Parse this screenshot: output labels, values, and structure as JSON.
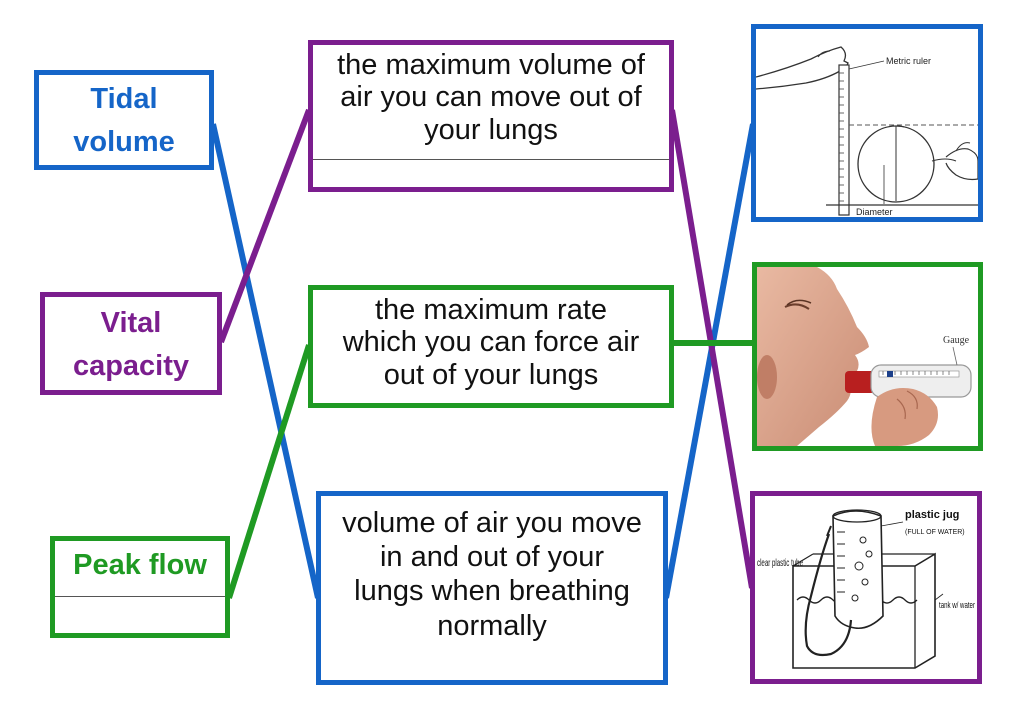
{
  "terms": [
    {
      "id": "tidal",
      "label": "Tidal volume",
      "line1": "Tidal",
      "line2": "volume",
      "color": "#1565c8"
    },
    {
      "id": "vital",
      "label": "Vital capacity",
      "line1": "Vital",
      "line2": "capacity",
      "color": "#7b1e8e"
    },
    {
      "id": "peak",
      "label": "Peak flow",
      "line1": "Peak flow",
      "line2": "",
      "color": "#1f9a23"
    }
  ],
  "definitions": [
    {
      "id": "max-volume",
      "text": "the maximum volume of air you can move out of your lungs",
      "color": "#7b1e8e"
    },
    {
      "id": "max-rate",
      "text": "the maximum rate which you can force air out of your lungs",
      "color": "#1f9a23"
    },
    {
      "id": "normal-breathing",
      "text": "volume of air you move in and out of your lungs when breathing normally",
      "color": "#1565c8"
    }
  ],
  "images": [
    {
      "id": "balloon-ruler",
      "icon": "balloon-ruler-illustration",
      "labels": [
        "Metric ruler",
        "Diameter"
      ],
      "color": "#1565c8"
    },
    {
      "id": "peak-flow-meter",
      "icon": "peak-flow-meter-illustration",
      "labels": [
        "Gauge"
      ],
      "color": "#1f9a23"
    },
    {
      "id": "jug-spirometer",
      "icon": "jug-spirometer-illustration",
      "labels": [
        "plastic jug",
        "(FULL OF WATER)",
        "clear plastic tube",
        "tank w/ water"
      ],
      "color": "#7b1e8e"
    }
  ],
  "connections": [
    {
      "from": "Tidal volume",
      "to": "volume of air you move in and out of your lungs when breathing normally",
      "image": "balloon-ruler",
      "color": "#1565c8"
    },
    {
      "from": "Vital capacity",
      "to": "the maximum volume of air you can move out of your lungs",
      "image": "jug-spirometer",
      "color": "#7b1e8e"
    },
    {
      "from": "Peak flow",
      "to": "the maximum rate which you can force air out of your lungs",
      "image": "peak-flow-meter",
      "color": "#1f9a23"
    }
  ]
}
